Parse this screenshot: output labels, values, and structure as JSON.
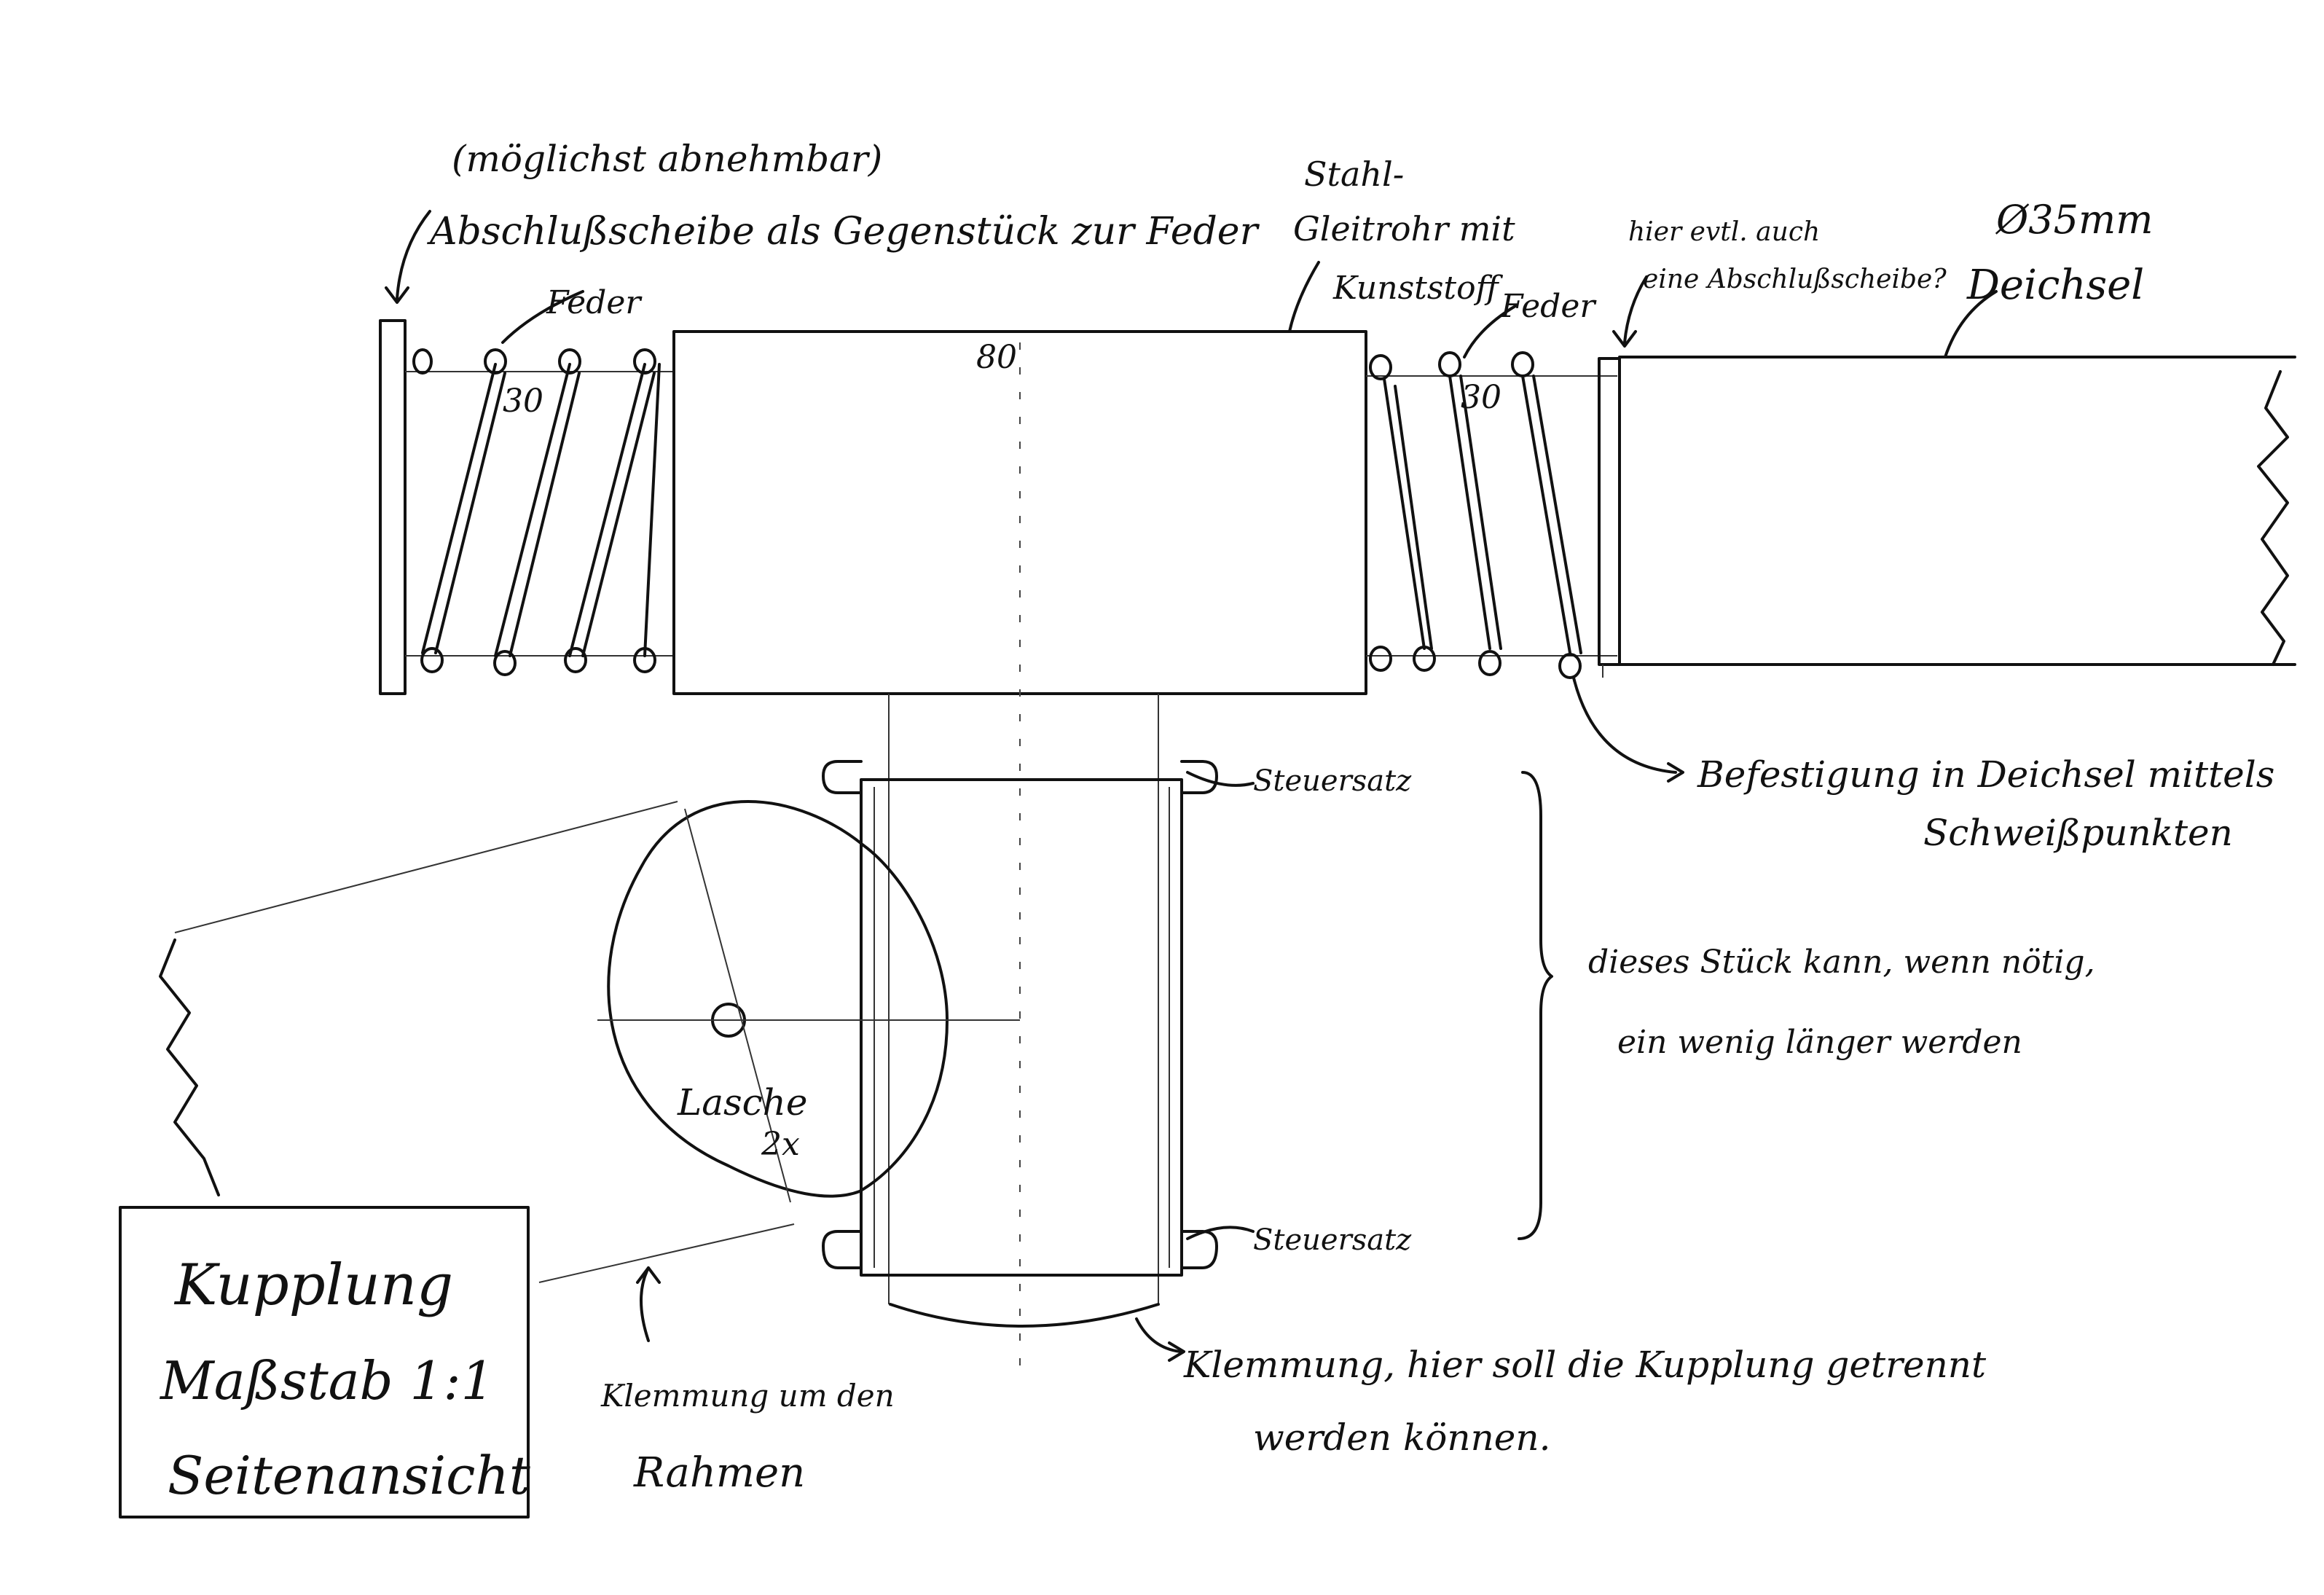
{
  "annotations": {
    "removable_note": "(möglichst abnehmbar)",
    "end_disc": "Abschlußscheibe als Gegenstück zur Feder",
    "spring_left": "Feder",
    "spring_right": "Feder",
    "dim_left": "30",
    "dim_center": "80",
    "dim_right": "30",
    "tube_line1": "Stahl-",
    "tube_line2": "Gleitrohr mit",
    "tube_line3": "Kunststoff",
    "maybe_disc_line1": "hier evtl. auch",
    "maybe_disc_line2": "eine Abschlußscheibe?",
    "diameter": "Ø35mm",
    "drawbar": "Deichsel",
    "fixing_line1": "Befestigung in Deichsel mittels",
    "fixing_line2": "Schweißpunkten",
    "headset_top": "Steuersatz",
    "headset_bottom": "Steuersatz",
    "longer_line1": "dieses Stück kann, wenn nötig,",
    "longer_line2": "ein wenig länger werden",
    "lug_line1": "Lasche",
    "lug_line2": "2x",
    "frame_clamp_line1": "Klemmung um den",
    "frame_clamp_line2": "Rahmen",
    "split_clamp_line1": "Klemmung, hier soll die Kupplung getrennt",
    "split_clamp_line2": "werden können."
  },
  "title_block": {
    "line1": "Kupplung",
    "line2": "Maßstab 1:1",
    "line3": "Seitenansicht"
  },
  "colors": {
    "ink": "#111111",
    "paper": "#ffffff"
  }
}
